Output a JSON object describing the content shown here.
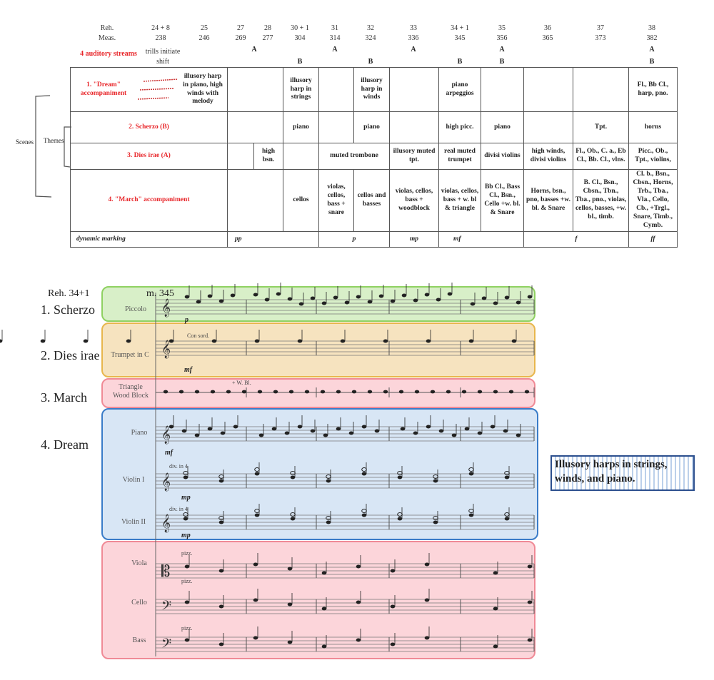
{
  "header": {
    "reh_label": "Reh.",
    "meas_label": "Meas.",
    "reh": [
      "24 + 8",
      "25",
      "27",
      "28",
      "30 + 1",
      "31",
      "32",
      "33",
      "34 + 1",
      "35",
      "36",
      "37",
      "38"
    ],
    "meas": [
      "238",
      "246",
      "269",
      "277",
      "304",
      "314",
      "324",
      "336",
      "345",
      "356",
      "365",
      "373",
      "382"
    ],
    "a_marks": [
      "A",
      "A",
      "A",
      "A",
      "A"
    ],
    "b_marks": [
      "B",
      "B",
      "B",
      "B",
      "B"
    ],
    "streams_label": "4 auditory streams",
    "trills_note": "trills initiate shift"
  },
  "brackets": {
    "scenes": "Scenes",
    "themes": "Themes"
  },
  "table": {
    "rows": [
      {
        "label": "1. \"Dream\" accompaniment",
        "first": "illusory harp in piano, high winds with melody",
        "cells": [
          "",
          "illusory harp in strings",
          "",
          "illusory harp in winds",
          "",
          "piano arpeggios",
          "",
          "",
          "",
          "Fl., Bb Cl., harp, pno."
        ]
      },
      {
        "label": "2. Scherzo (B)",
        "cells": [
          "",
          "piano",
          "",
          "piano",
          "",
          "high picc.",
          "piano",
          "",
          "Tpt.",
          "horns"
        ]
      },
      {
        "label": "3. Dies irae (A)",
        "cells": [
          "",
          "high bsn.",
          "",
          "muted trombone",
          "illusory muted tpt.",
          "real muted trumpet",
          "divisi violins",
          "high winds, divisi violins",
          "Fl., Ob., C. a., Eb Cl., Bb. Cl., vlns.",
          "Picc., Ob., Tpt., violins,"
        ]
      },
      {
        "label": "4. \"March\" accompaniment",
        "cells": [
          "",
          "cellos",
          "violas, cellos, bass + snare",
          "cellos and basses",
          "violas, cellos, bass + woodblock",
          "violas, cellos, bass + w. bl & triangle",
          "Bb Cl., Bass Cl., Bsn., Cello +w. bl. & Snare",
          "Horns, bsn., pno, basses +w. bl. & Snare",
          "B. Cl., Bsn., Cbsn., Tbn., Tba., pno., violas, cellos, basses, +w. bl., timb.",
          "Cl. b., Bsn., Cbsn., Horns, Trb., Tba., Vla., Cello, Cb., +Trgl., Snare, Timb., Cymb."
        ]
      }
    ],
    "dynamic": {
      "label": "dynamic marking",
      "values": [
        "pp",
        "p",
        "mp",
        "mf",
        "f",
        "ff"
      ]
    }
  },
  "score": {
    "reh": "Reh. 34+1",
    "measure": "m. 345",
    "streams": [
      "1. Scherzo",
      "2. Dies irae",
      "3. March",
      "4. Dream"
    ],
    "instruments": [
      "Piccolo",
      "Trumpet in C",
      "Triangle\nWood Block",
      "Piano",
      "Violin I",
      "Violin II",
      "Viola",
      "Cello",
      "Bass"
    ],
    "annotations": {
      "con_sord": "Con sord.",
      "wbl": "+ W. Bl.",
      "div1": "div. in 4",
      "div2": "div. in 4",
      "pizz1": "pizz.",
      "pizz2": "pizz.",
      "pizz3": "pizz."
    },
    "dynamics": {
      "picc": "p",
      "tpt": "mf",
      "pno": "mf",
      "vln1": "mp",
      "vln2": "mp"
    },
    "colors": {
      "green": "#8fd162",
      "orange": "#e8b64c",
      "pink": "#f08a96",
      "blue": "#3a7cc8"
    }
  },
  "callout": "Illusory harps in strings, winds, and piano."
}
